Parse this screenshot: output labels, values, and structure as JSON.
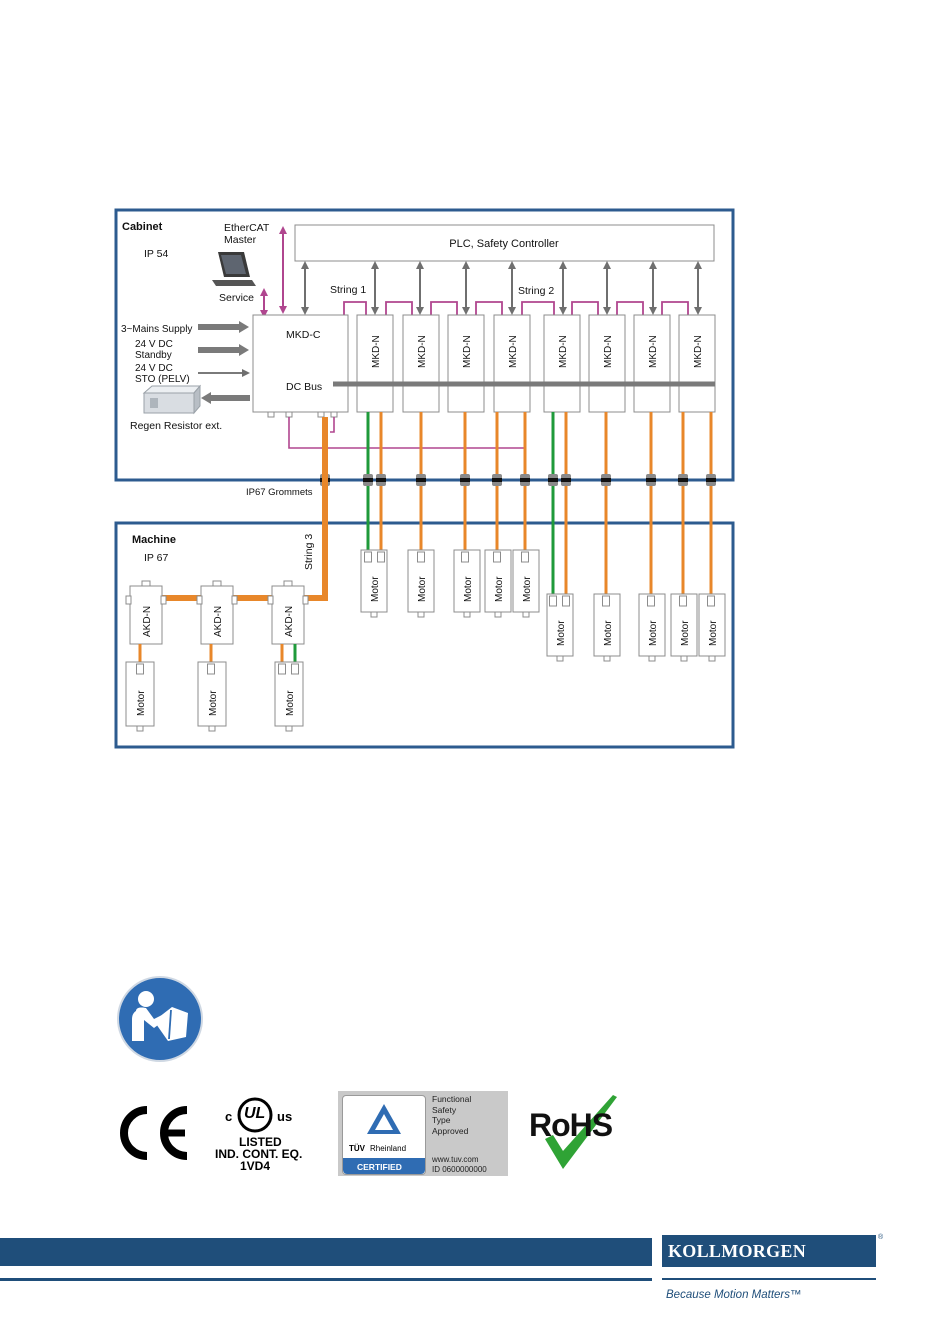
{
  "diagram": {
    "cabinet": {
      "title": "Cabinet",
      "ip": "IP 54"
    },
    "machine": {
      "title": "Machine",
      "ip": "IP 67"
    },
    "ethercat_master": [
      "EtherCAT",
      "Master"
    ],
    "service": "Service",
    "plc": "PLC, Safety Controller",
    "string1": "String 1",
    "string2": "String 2",
    "string3": "String 3",
    "mkd_c": "MKD-C",
    "dc_bus": "DC Bus",
    "mkd_n": "MKD-N",
    "akd_n": "AKD-N",
    "motor": "Motor",
    "mains_supply": "3~Mains Supply",
    "standby": [
      "24 V DC",
      "Standby"
    ],
    "sto": [
      "24 V DC",
      "STO (PELV)"
    ],
    "regen": "Regen Resistor ext.",
    "grommets": "IP67 Grommets"
  },
  "certifications": {
    "ce": "CE",
    "ul": {
      "c": "c",
      "mark": "UL",
      "us": "us",
      "listed": "LISTED",
      "eq": "IND. CONT. EQ.",
      "code": "1VD4"
    },
    "tuv": {
      "name_a": "TÜV",
      "name_b": "Rheinland",
      "certified": "CERTIFIED",
      "text": [
        "Functional",
        "Safety",
        "Type",
        "Approved"
      ],
      "url": "www.tuv.com",
      "id": "ID 0600000000"
    },
    "rohs": "RoHS"
  },
  "footer": {
    "brand": "KOLLMORGEN",
    "registered": "®",
    "tagline": "Because Motion Matters™"
  },
  "colors": {
    "frame": "#2d5b8f",
    "power_cable": "#e8872a",
    "safety_cable": "#1f9a3a",
    "ethercat": "#b0468f",
    "arrow_grey": "#7a7a7a",
    "footer_blue": "#1f4e7a"
  },
  "icons": [
    "read-manual-icon",
    "ce-mark-icon",
    "ul-listed-icon",
    "tuv-certified-icon",
    "rohs-check-icon"
  ]
}
